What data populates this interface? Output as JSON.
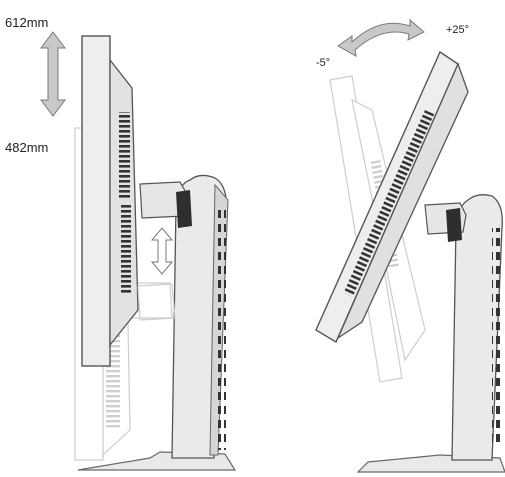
{
  "height_adjustment": {
    "max_label": "612mm",
    "min_label": "482mm"
  },
  "tilt_adjustment": {
    "back_label": "-5°",
    "forward_label": "+25°"
  },
  "colors": {
    "panel_fill": "#e9e9e9",
    "panel_stroke": "#6a6a6a",
    "ghost_stroke": "#c9c9c9",
    "vent": "#3a3a3a",
    "arrow_fill": "#c8c8c8",
    "arrow_stroke": "#7a7a7a"
  }
}
